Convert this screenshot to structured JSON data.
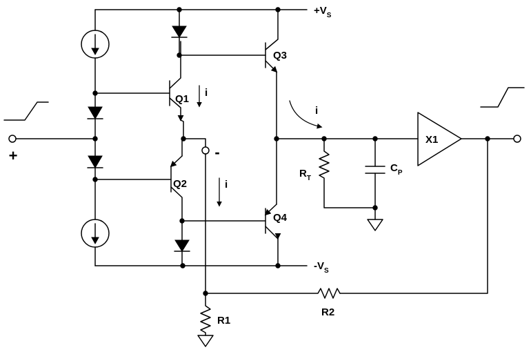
{
  "labels": {
    "vs_pos": "+V",
    "vs_pos_sub": "S",
    "vs_neg": "-V",
    "vs_neg_sub": "S",
    "q1": "Q1",
    "q2": "Q2",
    "q3": "Q3",
    "q4": "Q4",
    "i_q1": "i",
    "i_q2": "i",
    "i_out": "i",
    "rt": "R",
    "rt_sub": "T",
    "cp": "C",
    "cp_sub": "P",
    "x1": "X1",
    "r1": "R1",
    "r2": "R2",
    "plus": "+",
    "minus": "-"
  }
}
